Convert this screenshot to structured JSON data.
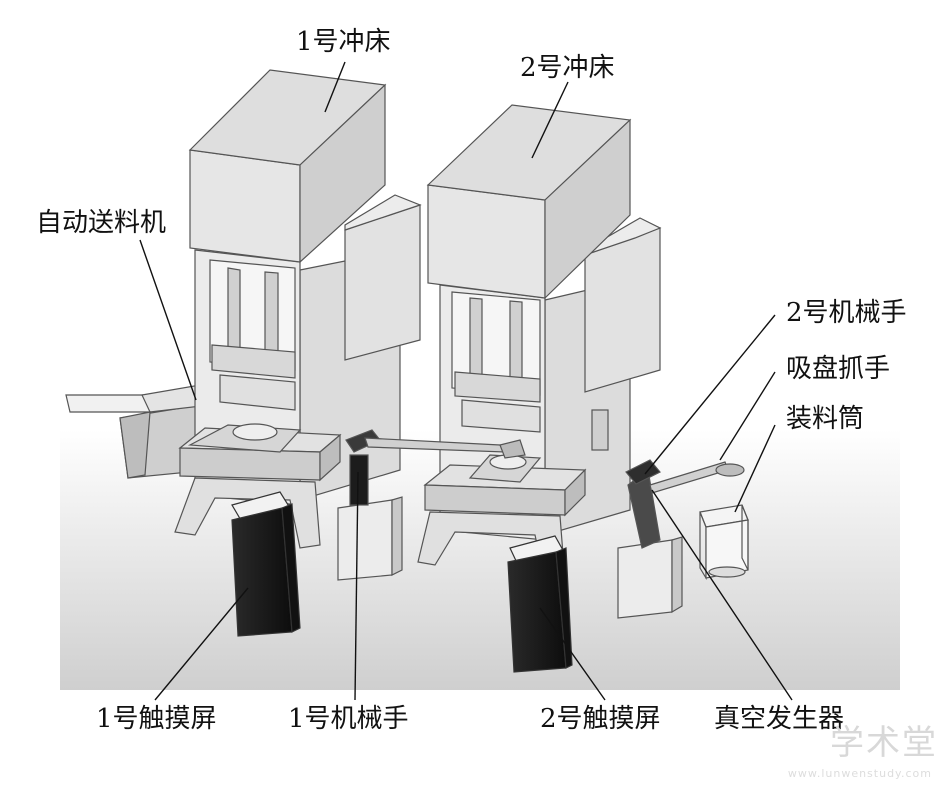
{
  "labels": {
    "press1": "1号冲床",
    "press2": "2号冲床",
    "feeder": "自动送料机",
    "robot2": "2号机械手",
    "gripper": "吸盘抓手",
    "cylinder": "装料筒",
    "screen1": "1号触摸屏",
    "robot1": "1号机械手",
    "screen2": "2号触摸屏",
    "vacuum": "真空发生器"
  },
  "watermark": {
    "main": "学术堂",
    "sub": "www.lunwenstudy.com"
  }
}
